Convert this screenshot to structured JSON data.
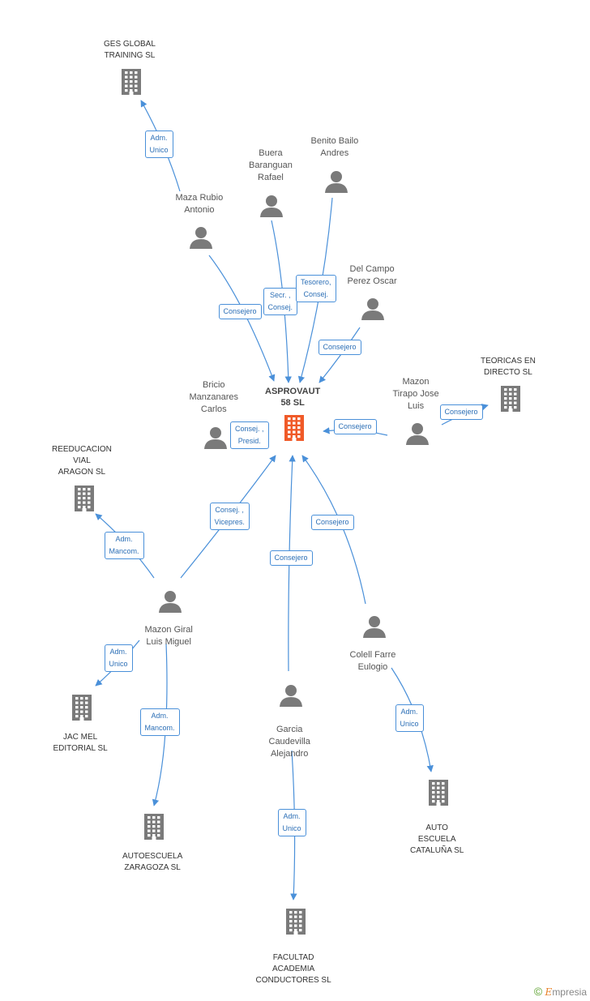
{
  "colors": {
    "edge": "#4a90d9",
    "person_icon": "#7a7a7a",
    "company_icon": "#7a7a7a",
    "main_icon": "#f05a28"
  },
  "main": {
    "name": "ASPROVAUT\n58 SL"
  },
  "companies": [
    {
      "id": "ges",
      "name": "GES GLOBAL\nTRAINING SL"
    },
    {
      "id": "teoricas",
      "name": "TEORICAS EN\nDIRECTO SL"
    },
    {
      "id": "reeducacion",
      "name": "REEDUCACION\nVIAL\nARAGON SL"
    },
    {
      "id": "jac",
      "name": "JAC MEL\nEDITORIAL SL"
    },
    {
      "id": "autoescuela_zgz",
      "name": "AUTOESCUELA\nZARAGOZA SL"
    },
    {
      "id": "facultad",
      "name": "FACULTAD\nACADEMIA\nCONDUCTORES SL"
    },
    {
      "id": "auto_cat",
      "name": "AUTO\nESCUELA\nCATALUÑA SL"
    }
  ],
  "persons": [
    {
      "id": "maza",
      "name": "Maza Rubio\nAntonio"
    },
    {
      "id": "buera",
      "name": "Buera\nBaranguan\nRafael"
    },
    {
      "id": "benito",
      "name": "Benito Bailo\nAndres"
    },
    {
      "id": "delcampo",
      "name": "Del Campo\nPerez Oscar"
    },
    {
      "id": "bricio",
      "name": "Bricio\nManzanares\nCarlos"
    },
    {
      "id": "mazon_tirapo",
      "name": "Mazon\nTirapo Jose\nLuis"
    },
    {
      "id": "mazon_giral",
      "name": "Mazon Giral\nLuis Miguel"
    },
    {
      "id": "garcia",
      "name": "Garcia\nCaudevilla\nAlejandro"
    },
    {
      "id": "colell",
      "name": "Colell Farre\nEulogio"
    }
  ],
  "edges": [
    {
      "from": "maza",
      "to": "ges",
      "label": "Adm.\nUnico"
    },
    {
      "from": "maza",
      "to": "main",
      "label": "Consejero"
    },
    {
      "from": "buera",
      "to": "main",
      "label": "Secr. ,\nConsej."
    },
    {
      "from": "benito",
      "to": "main",
      "label": "Tesorero,\nConsej."
    },
    {
      "from": "delcampo",
      "to": "main",
      "label": "Consejero"
    },
    {
      "from": "bricio",
      "to": "main",
      "label": "Consej. ,\nPresid."
    },
    {
      "from": "mazon_tirapo",
      "to": "main",
      "label": "Consejero"
    },
    {
      "from": "mazon_tirapo",
      "to": "teoricas",
      "label": "Consejero"
    },
    {
      "from": "mazon_giral",
      "to": "main",
      "label": "Consej. ,\nVicepres."
    },
    {
      "from": "mazon_giral",
      "to": "reeducacion",
      "label": "Adm.\nMancom."
    },
    {
      "from": "mazon_giral",
      "to": "jac",
      "label": "Adm.\nUnico"
    },
    {
      "from": "mazon_giral",
      "to": "autoescuela_zgz",
      "label": "Adm.\nMancom."
    },
    {
      "from": "garcia",
      "to": "main",
      "label": "Consejero"
    },
    {
      "from": "garcia",
      "to": "facultad",
      "label": "Adm.\nUnico"
    },
    {
      "from": "colell",
      "to": "main",
      "label": "Consejero"
    },
    {
      "from": "colell",
      "to": "auto_cat",
      "label": "Adm.\nUnico"
    }
  ],
  "watermark": {
    "copyright": "©",
    "brand_initial": "E",
    "brand_rest": "mpresia"
  }
}
